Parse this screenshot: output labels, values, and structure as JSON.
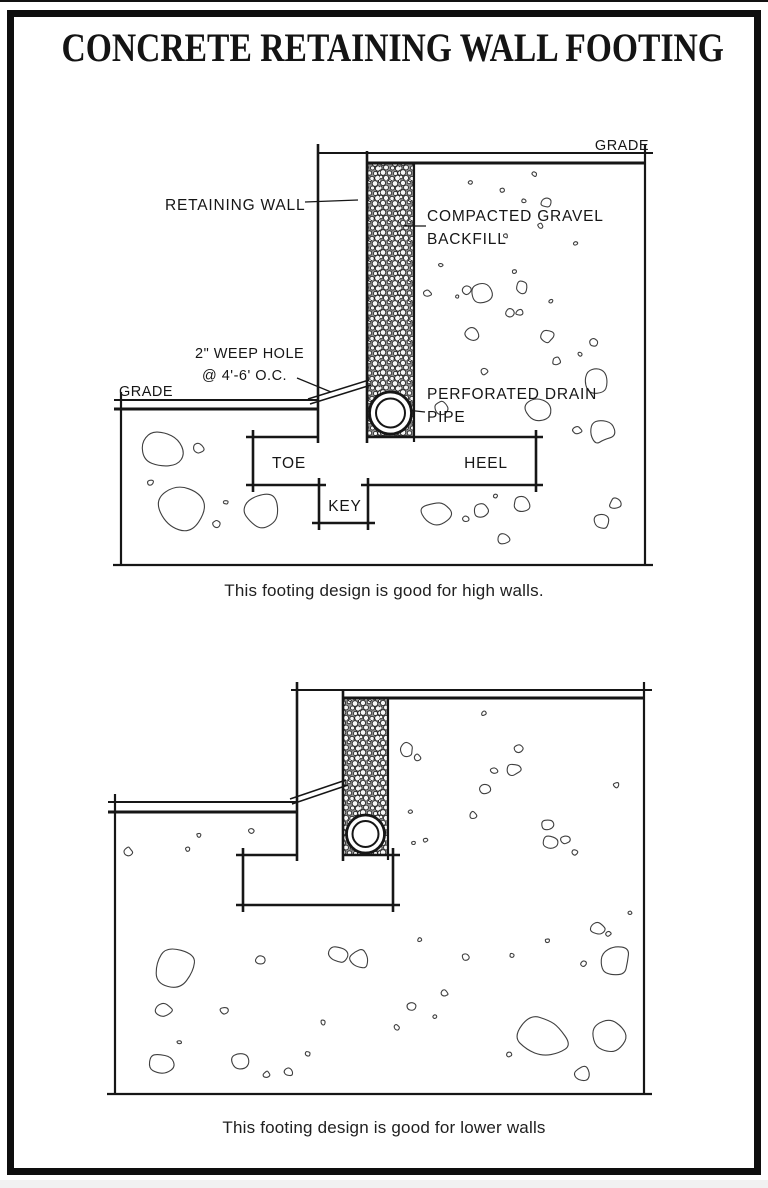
{
  "page": {
    "title": "CONCRETE RETAINING WALL FOOTING",
    "caption_high": "This footing design is good for high walls.",
    "caption_low": "This footing design is good for lower walls"
  },
  "high_wall_diagram": {
    "grade_right_label": "GRADE",
    "grade_left_label": "GRADE",
    "retaining_wall_label": "RETAINING WALL",
    "backfill_label_line1": "COMPACTED GRAVEL",
    "backfill_label_line2": "BACKFILL",
    "weep_label_line1": "2\" WEEP HOLE",
    "weep_label_line2": "@ 4'-6' O.C.",
    "drain_label_line1": "PERFORATED DRAIN",
    "drain_label_line2": "PIPE",
    "toe_label": "TOE",
    "heel_label": "HEEL",
    "key_label": "KEY"
  },
  "colors": {
    "ink": "#161616",
    "frame": "#0e0e0e",
    "gravel_base": "#8f8f8f",
    "stone_outline": "#3f3f3f"
  }
}
